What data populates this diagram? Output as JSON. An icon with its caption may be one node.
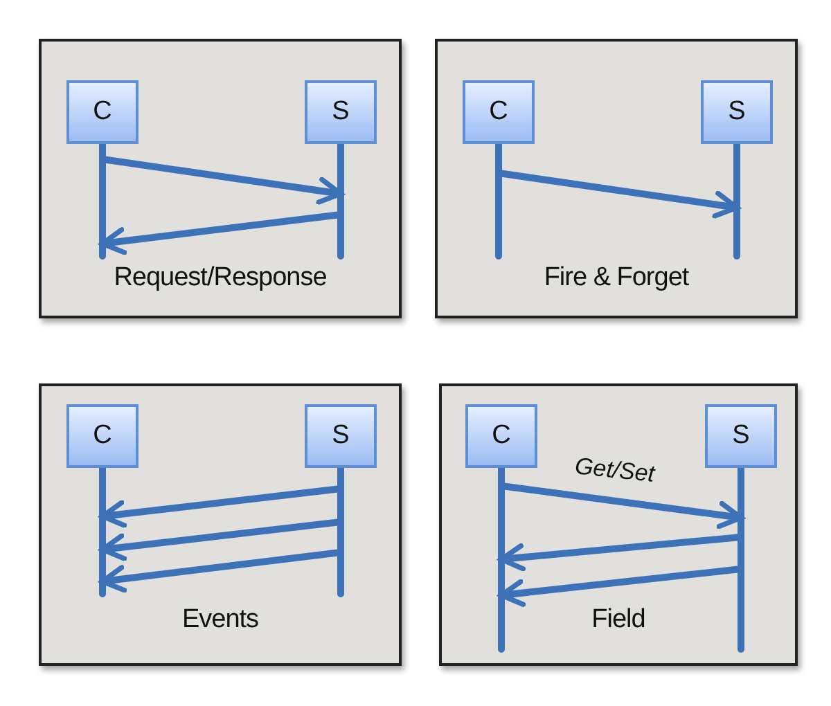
{
  "diagram": {
    "nodes": [
      {
        "text": [
          "Request/Response"
        ]
      },
      {
        "text": [
          "C"
        ],
        "in": 0
      },
      {
        "text": [
          "S"
        ],
        "in": 0
      },
      {
        "text": [
          "Fire & Forget"
        ]
      },
      {
        "text": [
          "C"
        ],
        "in": 3
      },
      {
        "text": [
          "S"
        ],
        "in": 3
      },
      {
        "text": [
          "Events"
        ]
      },
      {
        "text": [
          "C"
        ],
        "in": 6
      },
      {
        "text": [
          "S"
        ],
        "in": 6
      },
      {
        "text": [
          "Field"
        ]
      },
      {
        "text": [
          "C"
        ],
        "in": 9
      },
      {
        "text": [
          "S"
        ],
        "in": 9
      }
    ],
    "edges": [
      {
        "from": 1,
        "to": 2,
        "arrow": "to"
      },
      {
        "from": 2,
        "to": 1,
        "arrow": "to"
      },
      {
        "from": 4,
        "to": 5,
        "arrow": "to"
      },
      {
        "from": 8,
        "to": 7,
        "arrow": "to"
      },
      {
        "from": 8,
        "to": 7,
        "arrow": "to"
      },
      {
        "from": 8,
        "to": 7,
        "arrow": "to"
      },
      {
        "from": 10,
        "to": 11,
        "arrow": "to",
        "label": "Get/Set"
      },
      {
        "from": 11,
        "to": 10,
        "arrow": "to"
      },
      {
        "from": 11,
        "to": 10,
        "arrow": "to"
      }
    ]
  }
}
